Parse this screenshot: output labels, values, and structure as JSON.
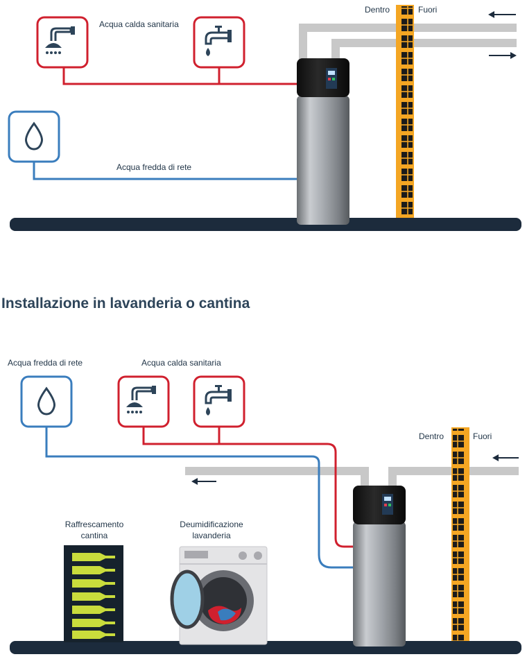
{
  "top": {
    "hot_water_label": "Acqua calda sanitaria",
    "cold_water_label": "Acqua fredda di rete",
    "inside_label": "Dentro",
    "outside_label": "Fuori"
  },
  "section_title": "Installazione in lavanderia o cantina",
  "bottom": {
    "cold_water_label": "Acqua fredda di rete",
    "hot_water_label": "Acqua calda sanitaria",
    "inside_label": "Dentro",
    "outside_label": "Fuori",
    "cellar_label": "Raffrescamento cantina",
    "laundry_label": "Deumidificazione lavanderia"
  },
  "colors": {
    "hot": "#d0202e",
    "cold": "#3a7dbd",
    "floor": "#1c2b3c",
    "duct": "#c8c8c8",
    "wall_fill": "#f4a623",
    "wine_bottle": "#c9dc3c"
  }
}
